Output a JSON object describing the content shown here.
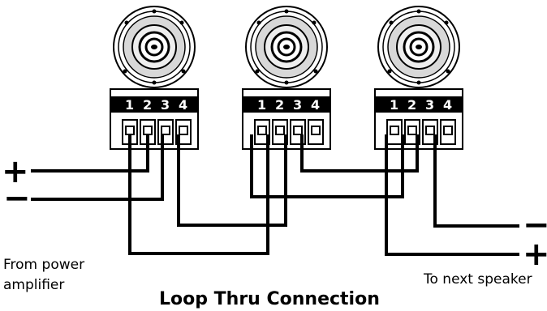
{
  "title": "Loop Thru Connection",
  "labels": {
    "from_line1": "From power",
    "from_line2": "amplifier",
    "to_next": "To next speaker"
  },
  "signs": {
    "in_plus": "+",
    "in_minus": "−",
    "out_minus": "−",
    "out_plus": "+"
  },
  "speakers": [
    {
      "name": "speaker-1",
      "terminals": [
        "1",
        "2",
        "3",
        "4"
      ]
    },
    {
      "name": "speaker-2",
      "terminals": [
        "1",
        "2",
        "3",
        "4"
      ]
    },
    {
      "name": "speaker-3",
      "terminals": [
        "1",
        "2",
        "3",
        "4"
      ]
    }
  ],
  "colors": {
    "ink": "#000000",
    "background": "#ffffff",
    "speaker_face": "#d8d8d8"
  }
}
